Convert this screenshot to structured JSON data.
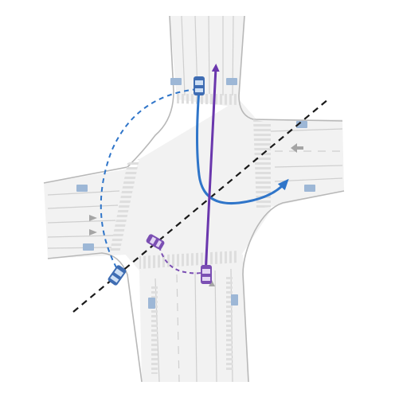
{
  "title": "",
  "colors": {
    "road": "#f2f2f2",
    "curb": "#b8b8b8",
    "crosswalk": "#e3e3e3",
    "blue_vehicle": "#3f6db3",
    "blue_path": "#2f75c9",
    "purple_vehicle": "#7b4fb3",
    "purple_path": "#6a37ad",
    "divider_line": "#1a1a1a",
    "road_sign": "#9db7d6"
  },
  "vehicles": [
    {
      "id": "blue-north",
      "color": "blue"
    },
    {
      "id": "blue-southwest",
      "color": "blue"
    },
    {
      "id": "purple-west",
      "color": "purple"
    },
    {
      "id": "purple-south",
      "color": "purple"
    }
  ],
  "paths": [
    {
      "id": "blue-dashed-arc",
      "color": "blue",
      "style": "dashed"
    },
    {
      "id": "blue-solid-turn",
      "color": "blue",
      "style": "solid"
    },
    {
      "id": "purple-solid-straight",
      "color": "purple",
      "style": "solid"
    },
    {
      "id": "purple-dashed-arc",
      "color": "purple",
      "style": "dashed"
    }
  ],
  "divider": {
    "style": "dashed",
    "color": "black"
  }
}
